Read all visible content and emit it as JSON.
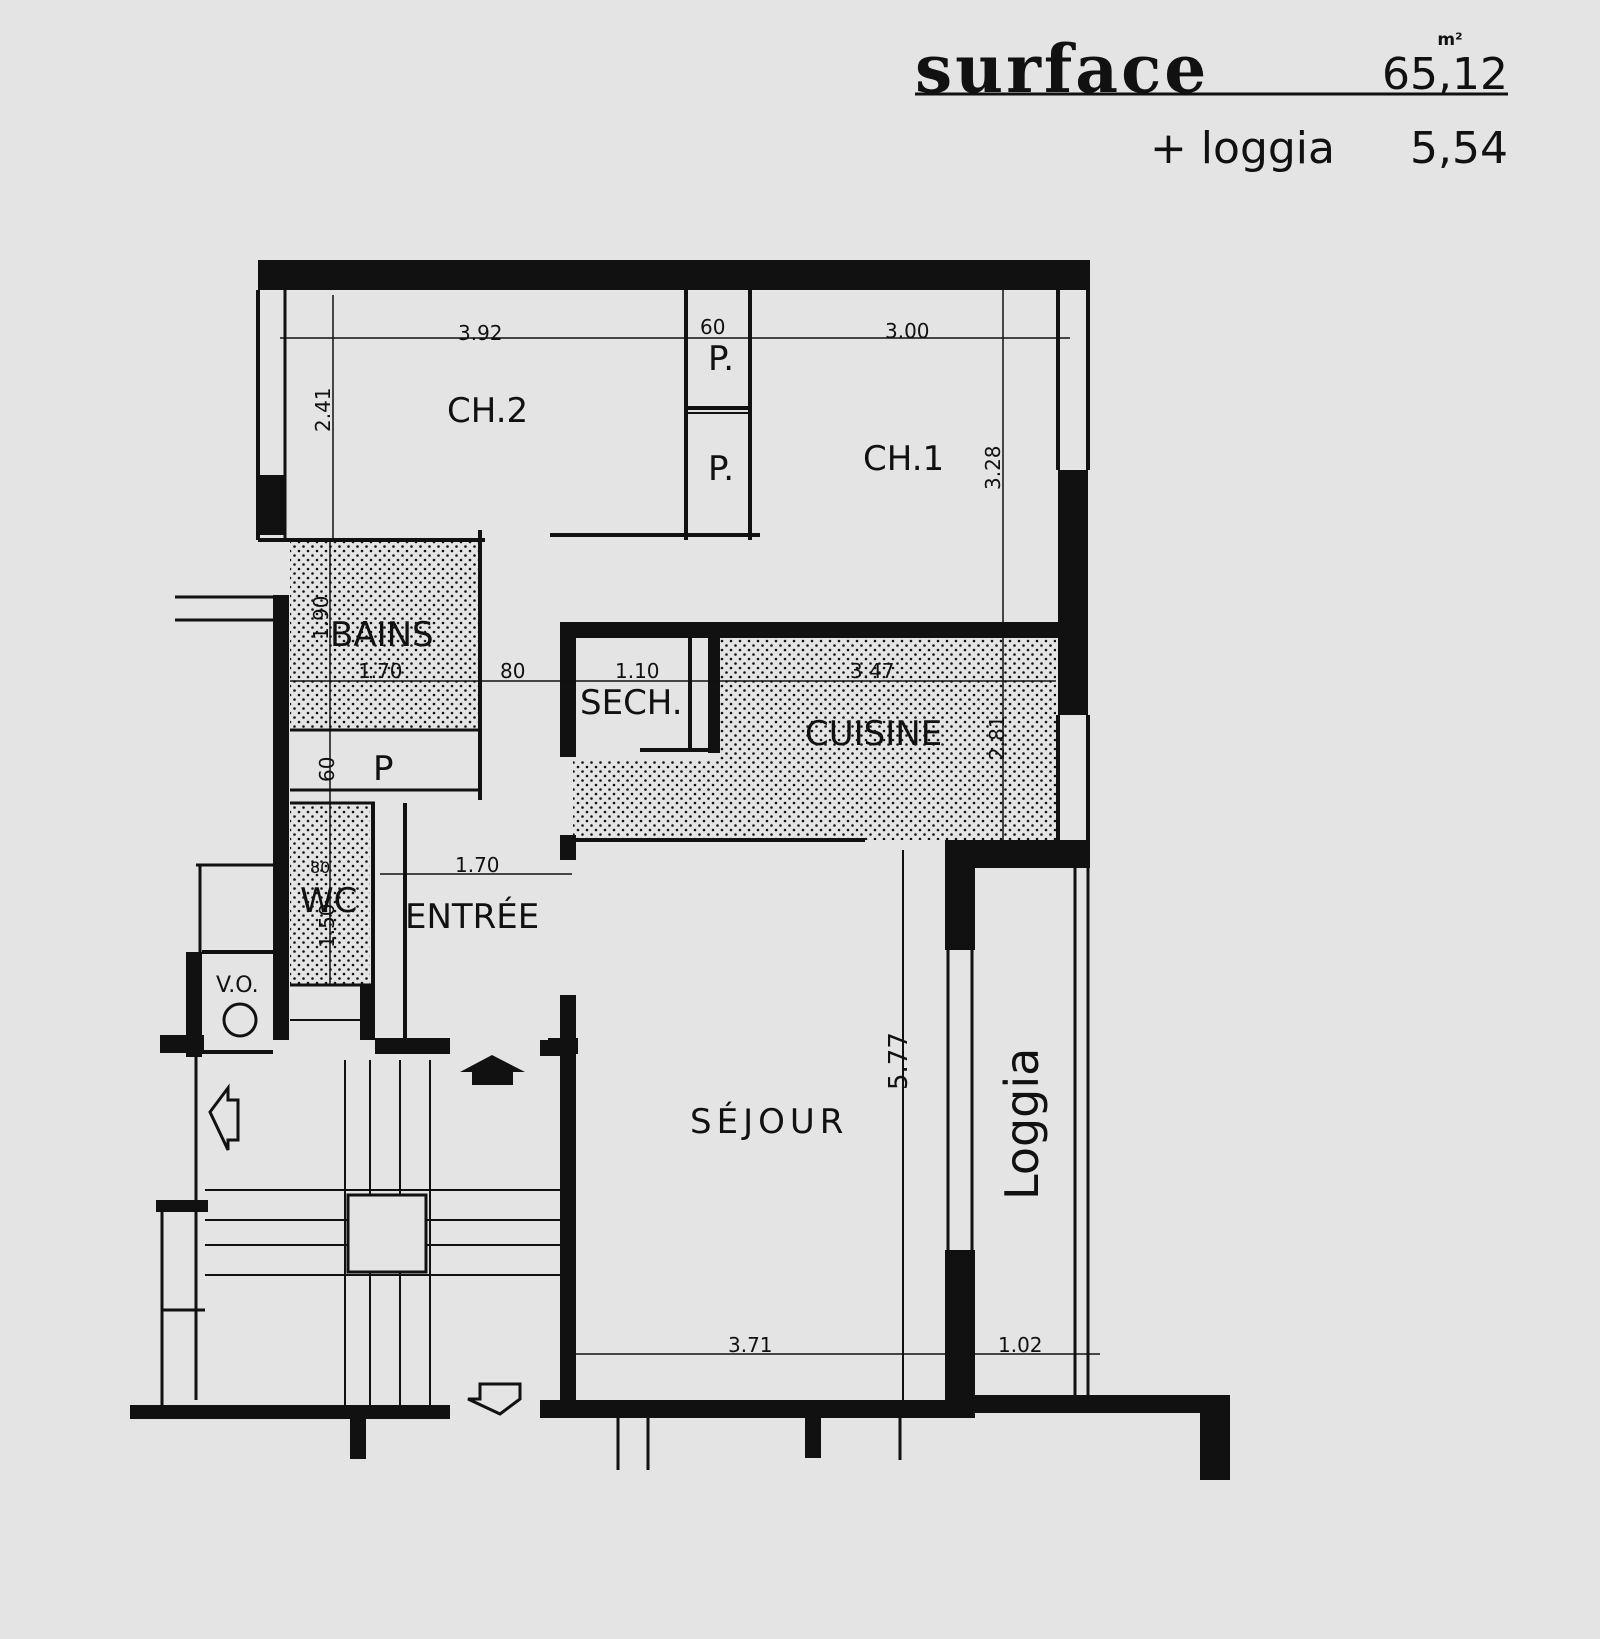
{
  "header": {
    "surface_label": "surface",
    "surface_value": "65,12",
    "surface_unit": "m²",
    "loggia_label": "+ loggia",
    "loggia_value": "5,54"
  },
  "rooms": {
    "ch2": "CH.2",
    "ch1": "CH.1",
    "p_top": "P.",
    "p_mid": "P.",
    "bains": "BAINS",
    "sech": "SECH.",
    "cuisine": "CUISINE",
    "p_hall": "P",
    "wc": "WC",
    "entree": "ENTRÉE",
    "vo": "V.O.",
    "sejour": "SÉJOUR",
    "loggia": "Loggia"
  },
  "dimensions": {
    "ch2_width": "3.92",
    "closet_width": "60",
    "ch1_width": "3.00",
    "ch2_depth": "2.41",
    "ch1_depth": "3.28",
    "bains_depth": "1.90",
    "bains_width": "1.70",
    "hall_gap": "80",
    "sech_width": "1.10",
    "cuisine_width": "3.47",
    "cuisine_depth": "2.81",
    "closet_hall": "60",
    "wc_width": "80",
    "wc_depth": "1.50",
    "entree_width": "1.70",
    "sejour_depth": "5.77",
    "sejour_width": "3.71",
    "loggia_width": "1.02"
  },
  "colors": {
    "background": "#e4e4e4",
    "ink": "#111111",
    "watermark": "#e8a23a"
  }
}
